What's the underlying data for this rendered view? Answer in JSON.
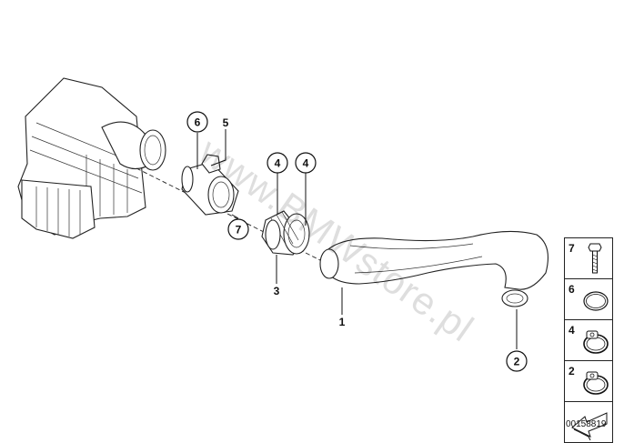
{
  "watermark": "www.BMWstore.pl",
  "callouts": {
    "c6": "6",
    "c5": "5",
    "c7": "7",
    "c4a": "4",
    "c4b": "4",
    "c3": "3",
    "c1": "1",
    "c2": "2"
  },
  "legend": {
    "items": [
      {
        "number": "7",
        "icon": "bolt-icon"
      },
      {
        "number": "6",
        "icon": "ring-clamp-icon"
      },
      {
        "number": "4",
        "icon": "hose-clamp-icon"
      },
      {
        "number": "2",
        "icon": "hose-clamp-icon"
      }
    ],
    "arrow_icon": "direction-arrow-icon"
  },
  "reference_code": "00158819"
}
